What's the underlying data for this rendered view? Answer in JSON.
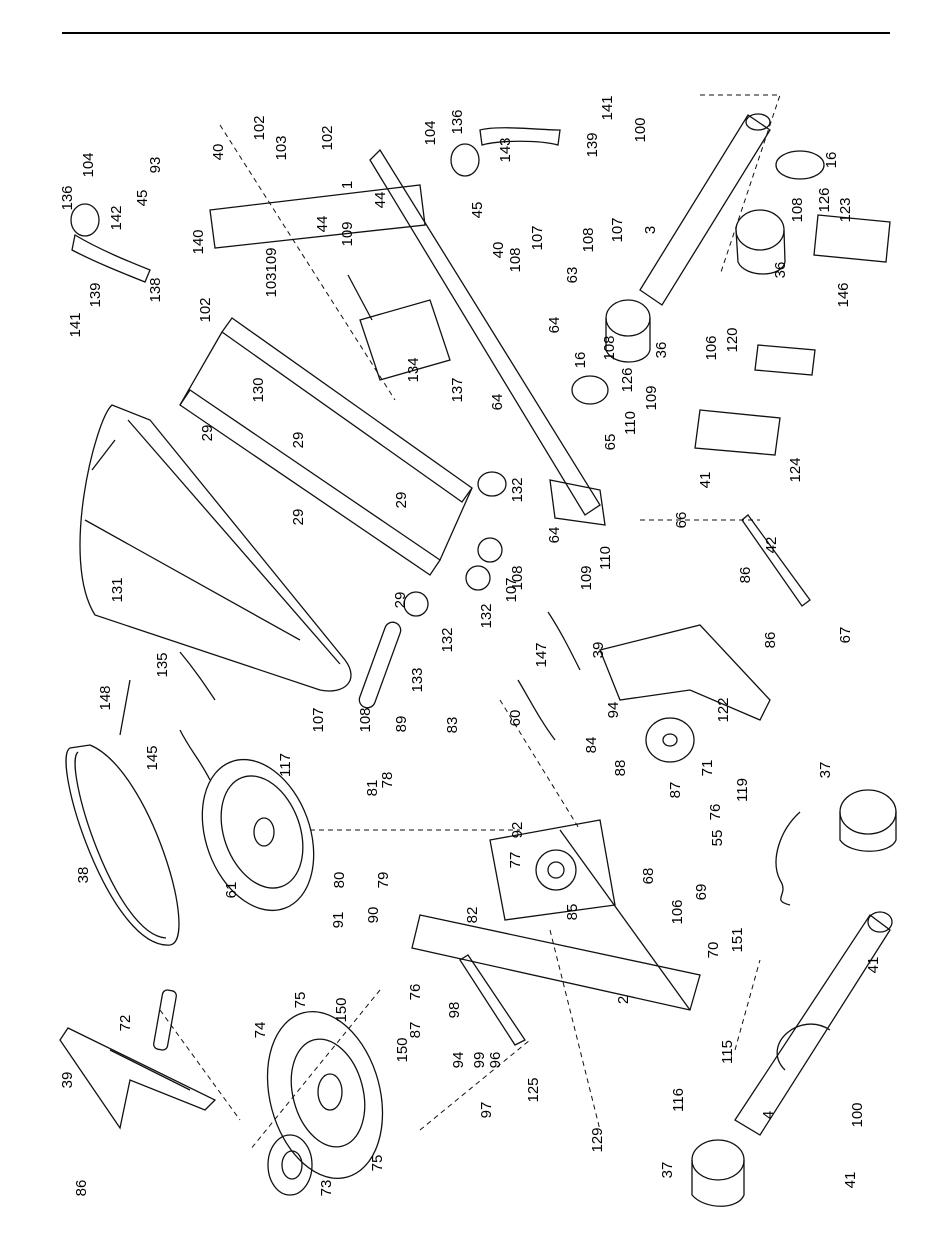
{
  "labels": [
    {
      "id": "p1",
      "text": "1"
    },
    {
      "id": "p2",
      "text": "2"
    },
    {
      "id": "p3",
      "text": "3"
    },
    {
      "id": "p4",
      "text": "4"
    },
    {
      "id": "p16a",
      "text": "16"
    },
    {
      "id": "p16b",
      "text": "16"
    },
    {
      "id": "p29a",
      "text": "29"
    },
    {
      "id": "p29b",
      "text": "29"
    },
    {
      "id": "p29c",
      "text": "29"
    },
    {
      "id": "p29d",
      "text": "29"
    },
    {
      "id": "p29e",
      "text": "29"
    },
    {
      "id": "p36a",
      "text": "36"
    },
    {
      "id": "p36b",
      "text": "36"
    },
    {
      "id": "p37a",
      "text": "37"
    },
    {
      "id": "p37b",
      "text": "37"
    },
    {
      "id": "p38",
      "text": "38"
    },
    {
      "id": "p39a",
      "text": "39"
    },
    {
      "id": "p39b",
      "text": "39"
    },
    {
      "id": "p40a",
      "text": "40"
    },
    {
      "id": "p40b",
      "text": "40"
    },
    {
      "id": "p41a",
      "text": "41"
    },
    {
      "id": "p41b",
      "text": "41"
    },
    {
      "id": "p41c",
      "text": "41"
    },
    {
      "id": "p42",
      "text": "42"
    },
    {
      "id": "p44a",
      "text": "44"
    },
    {
      "id": "p44b",
      "text": "44"
    },
    {
      "id": "p45a",
      "text": "45"
    },
    {
      "id": "p45b",
      "text": "45"
    },
    {
      "id": "p55",
      "text": "55"
    },
    {
      "id": "p60",
      "text": "60"
    },
    {
      "id": "p61",
      "text": "61"
    },
    {
      "id": "p63",
      "text": "63"
    },
    {
      "id": "p64a",
      "text": "64"
    },
    {
      "id": "p64b",
      "text": "64"
    },
    {
      "id": "p64c",
      "text": "64"
    },
    {
      "id": "p65",
      "text": "65"
    },
    {
      "id": "p66",
      "text": "66"
    },
    {
      "id": "p67",
      "text": "67"
    },
    {
      "id": "p68",
      "text": "68"
    },
    {
      "id": "p69",
      "text": "69"
    },
    {
      "id": "p70",
      "text": "70"
    },
    {
      "id": "p71",
      "text": "71"
    },
    {
      "id": "p72",
      "text": "72"
    },
    {
      "id": "p73",
      "text": "73"
    },
    {
      "id": "p74",
      "text": "74"
    },
    {
      "id": "p75a",
      "text": "75"
    },
    {
      "id": "p75b",
      "text": "75"
    },
    {
      "id": "p76a",
      "text": "76"
    },
    {
      "id": "p76b",
      "text": "76"
    },
    {
      "id": "p77",
      "text": "77"
    },
    {
      "id": "p78",
      "text": "78"
    },
    {
      "id": "p79",
      "text": "79"
    },
    {
      "id": "p80",
      "text": "80"
    },
    {
      "id": "p81",
      "text": "81"
    },
    {
      "id": "p82",
      "text": "82"
    },
    {
      "id": "p83",
      "text": "83"
    },
    {
      "id": "p84",
      "text": "84"
    },
    {
      "id": "p85",
      "text": "85"
    },
    {
      "id": "p86a",
      "text": "86"
    },
    {
      "id": "p86b",
      "text": "86"
    },
    {
      "id": "p86c",
      "text": "86"
    },
    {
      "id": "p87a",
      "text": "87"
    },
    {
      "id": "p87b",
      "text": "87"
    },
    {
      "id": "p88",
      "text": "88"
    },
    {
      "id": "p89",
      "text": "89"
    },
    {
      "id": "p90",
      "text": "90"
    },
    {
      "id": "p91",
      "text": "91"
    },
    {
      "id": "p92",
      "text": "92"
    },
    {
      "id": "p93",
      "text": "93"
    },
    {
      "id": "p94a",
      "text": "94"
    },
    {
      "id": "p94b",
      "text": "94"
    },
    {
      "id": "p96",
      "text": "96"
    },
    {
      "id": "p97",
      "text": "97"
    },
    {
      "id": "p98",
      "text": "98"
    },
    {
      "id": "p99",
      "text": "99"
    },
    {
      "id": "p100a",
      "text": "100"
    },
    {
      "id": "p100b",
      "text": "100"
    },
    {
      "id": "p102a",
      "text": "102"
    },
    {
      "id": "p102b",
      "text": "102"
    },
    {
      "id": "p102c",
      "text": "102"
    },
    {
      "id": "p103a",
      "text": "103"
    },
    {
      "id": "p103b",
      "text": "103"
    },
    {
      "id": "p104a",
      "text": "104"
    },
    {
      "id": "p104b",
      "text": "104"
    },
    {
      "id": "p106a",
      "text": "106"
    },
    {
      "id": "p106b",
      "text": "106"
    },
    {
      "id": "p107a",
      "text": "107"
    },
    {
      "id": "p107b",
      "text": "107"
    },
    {
      "id": "p107c",
      "text": "107"
    },
    {
      "id": "p107d",
      "text": "107"
    },
    {
      "id": "p108a",
      "text": "108"
    },
    {
      "id": "p108b",
      "text": "108"
    },
    {
      "id": "p108c",
      "text": "108"
    },
    {
      "id": "p108d",
      "text": "108"
    },
    {
      "id": "p108e",
      "text": "108"
    },
    {
      "id": "p108f",
      "text": "108"
    },
    {
      "id": "p109a",
      "text": "109"
    },
    {
      "id": "p109b",
      "text": "109"
    },
    {
      "id": "p109c",
      "text": "109"
    },
    {
      "id": "p109d",
      "text": "109"
    },
    {
      "id": "p110a",
      "text": "110"
    },
    {
      "id": "p110b",
      "text": "110"
    },
    {
      "id": "p115",
      "text": "115"
    },
    {
      "id": "p116",
      "text": "116"
    },
    {
      "id": "p117",
      "text": "117"
    },
    {
      "id": "p119",
      "text": "119"
    },
    {
      "id": "p120",
      "text": "120"
    },
    {
      "id": "p122",
      "text": "122"
    },
    {
      "id": "p123",
      "text": "123"
    },
    {
      "id": "p124",
      "text": "124"
    },
    {
      "id": "p125",
      "text": "125"
    },
    {
      "id": "p126a",
      "text": "126"
    },
    {
      "id": "p126b",
      "text": "126"
    },
    {
      "id": "p129",
      "text": "129"
    },
    {
      "id": "p130",
      "text": "130"
    },
    {
      "id": "p131",
      "text": "131"
    },
    {
      "id": "p132a",
      "text": "132"
    },
    {
      "id": "p132b",
      "text": "132"
    },
    {
      "id": "p132c",
      "text": "132"
    },
    {
      "id": "p133",
      "text": "133"
    },
    {
      "id": "p134",
      "text": "134"
    },
    {
      "id": "p135",
      "text": "135"
    },
    {
      "id": "p136a",
      "text": "136"
    },
    {
      "id": "p136b",
      "text": "136"
    },
    {
      "id": "p137",
      "text": "137"
    },
    {
      "id": "p138",
      "text": "138"
    },
    {
      "id": "p139a",
      "text": "139"
    },
    {
      "id": "p139b",
      "text": "139"
    },
    {
      "id": "p140",
      "text": "140"
    },
    {
      "id": "p141a",
      "text": "141"
    },
    {
      "id": "p141b",
      "text": "141"
    },
    {
      "id": "p142",
      "text": "142"
    },
    {
      "id": "p143",
      "text": "143"
    },
    {
      "id": "p145",
      "text": "145"
    },
    {
      "id": "p146",
      "text": "146"
    },
    {
      "id": "p147",
      "text": "147"
    },
    {
      "id": "p148",
      "text": "148"
    },
    {
      "id": "p150a",
      "text": "150"
    },
    {
      "id": "p150b",
      "text": "150"
    },
    {
      "id": "p151",
      "text": "151"
    }
  ]
}
